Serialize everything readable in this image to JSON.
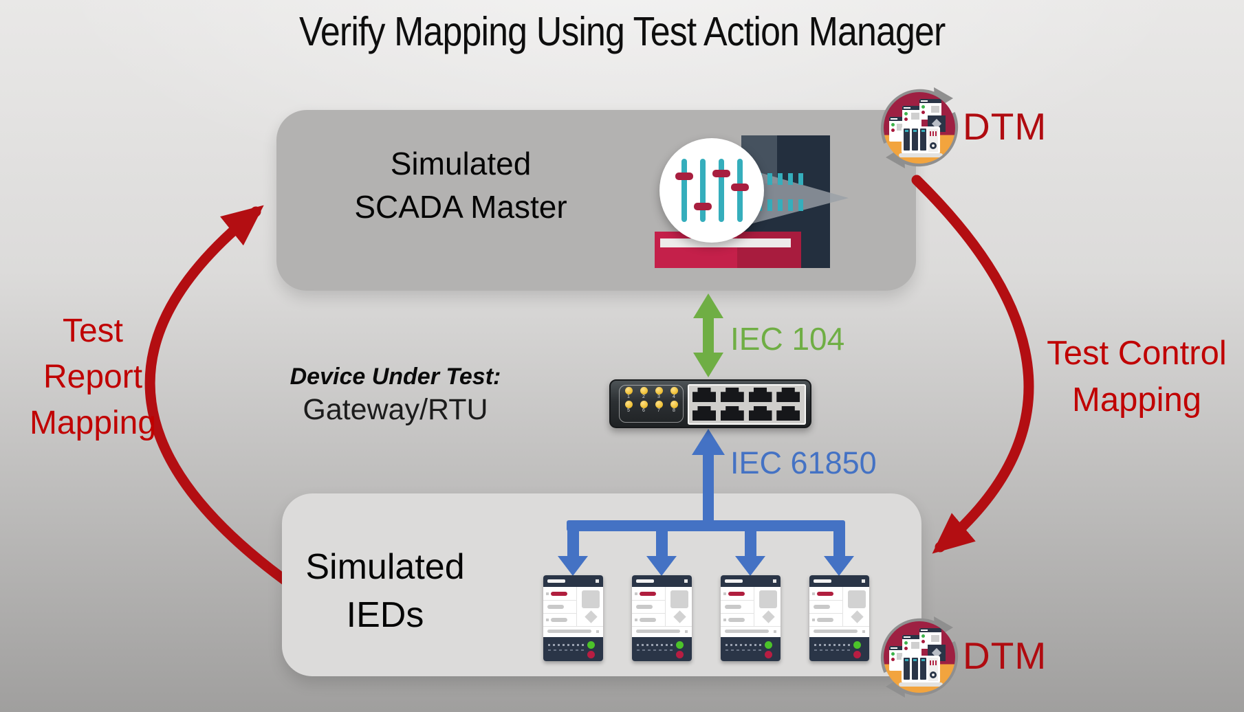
{
  "title": "Verify Mapping Using Test Action Manager",
  "scada_box": {
    "line1": "Simulated",
    "line2": "SCADA Master"
  },
  "ied_box": {
    "line1": "Simulated",
    "line2": "IEDs"
  },
  "dut": {
    "label": "Device Under Test:",
    "device": "Gateway/RTU"
  },
  "protocols": {
    "scada": "IEC 104",
    "ieds": "IEC 61850"
  },
  "left_arc_label": [
    "Test",
    "Report",
    "Mapping"
  ],
  "right_arc_label": [
    "Test Control",
    "Mapping"
  ],
  "dtm_label": "DTM",
  "ied_count": 4,
  "switch_leds": [
    "1",
    "2",
    "3",
    "4",
    "5",
    "6",
    "7",
    "8"
  ],
  "switch_port_count": 8,
  "colors": {
    "red_arc": "#b30e12",
    "red_text": "#c00000",
    "dtm_text": "#b00b10",
    "green": "#6fae44",
    "blue": "#4472c4",
    "navy": "#2a3547",
    "maroon": "#9e2042",
    "orange": "#f2a43e",
    "teal": "#35aebc",
    "crimson": "#c4204a",
    "yellow": "#f0c33c",
    "box_top": "#b3b2b1",
    "box_bottom": "#dcdbda",
    "led_green": "#4cc32a",
    "led_red": "#b81d42"
  }
}
